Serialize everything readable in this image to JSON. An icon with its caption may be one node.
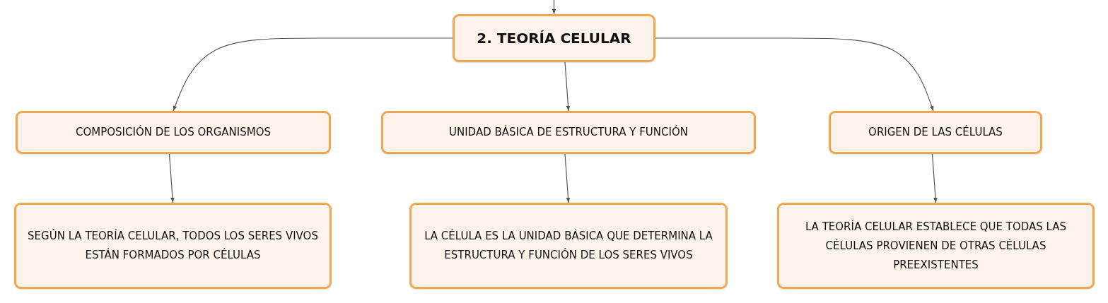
{
  "diagram": {
    "nodes": [
      {
        "text": [
          "2. TEORÍA CELULAR"
        ]
      },
      {
        "text": [
          "COMPOSICIÓN DE LOS ORGANISMOS"
        ]
      },
      {
        "text": [
          "UNIDAD BÁSICA DE ESTRUCTURA Y FUNCIÓN"
        ]
      },
      {
        "text": [
          "ORIGEN DE LAS CÉLULAS"
        ]
      },
      {
        "text": [
          "SEGÚN LA TEORÍA CELULAR, TODOS LOS SERES VIVOS ESTÁN FORMADOS POR CÉLULAS"
        ]
      },
      {
        "text": [
          "LA CÉLULA ES LA UNIDAD BÁSICA QUE DETERMINA LA ESTRUCTURA Y FUNCIÓN DE LOS SERES VIVOS"
        ]
      },
      {
        "text": [
          "LA TEORÍA CELULAR ESTABLECE QUE TODAS LAS CÉLULAS PROVIENEN DE OTRAS CÉLULAS PREEXISTENTES"
        ]
      }
    ],
    "edges": [
      {
        "from": null,
        "to": 0,
        "arrow": "to"
      },
      {
        "from": 0,
        "to": 1,
        "arrow": "to"
      },
      {
        "from": 0,
        "to": 2,
        "arrow": "to"
      },
      {
        "from": 0,
        "to": 3,
        "arrow": "to"
      },
      {
        "from": 1,
        "to": 4,
        "arrow": "to"
      },
      {
        "from": 2,
        "to": 5,
        "arrow": "to"
      },
      {
        "from": 3,
        "to": 6,
        "arrow": "to"
      }
    ]
  }
}
